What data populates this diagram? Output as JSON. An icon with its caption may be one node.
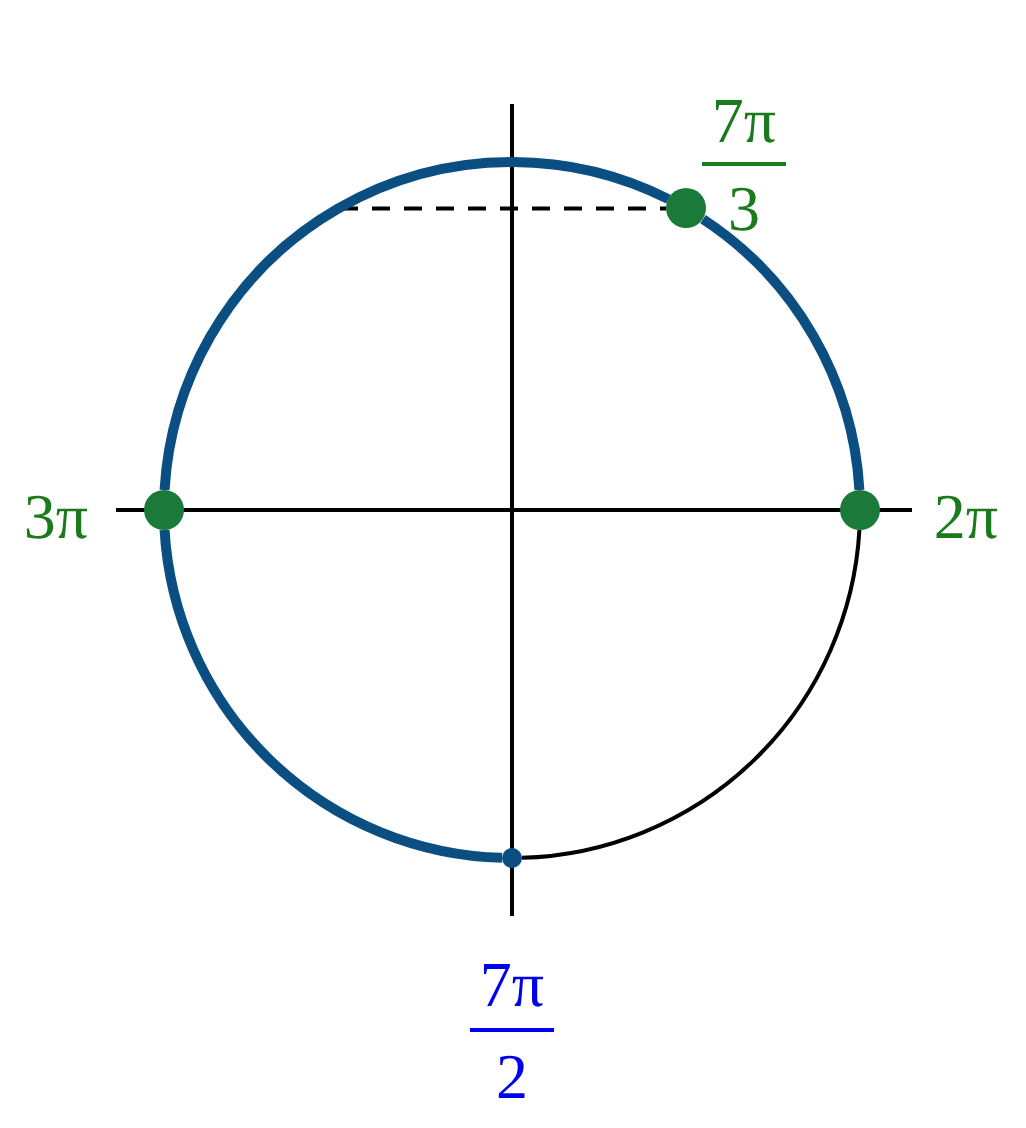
{
  "diagram": {
    "nodes": [
      {
        "text": [],
        "shape": "circle",
        "beside": [
          "7π",
          "3"
        ]
      },
      {
        "text": [],
        "shape": "circle",
        "beside": [
          "3π"
        ]
      },
      {
        "text": [],
        "shape": "circle",
        "beside": [
          "2π"
        ]
      },
      {
        "text": [],
        "shape": "circle",
        "beside": [
          "7π",
          "2"
        ]
      }
    ],
    "edges": [
      {
        "from": 2,
        "to": 3,
        "arrow": "none",
        "color": "#000000"
      },
      {
        "from": 2,
        "to": 0,
        "arrow": "none"
      },
      {
        "from": 0,
        "to": 1,
        "arrow": "none"
      },
      {
        "from": 1,
        "to": 3,
        "arrow": "none"
      }
    ]
  }
}
